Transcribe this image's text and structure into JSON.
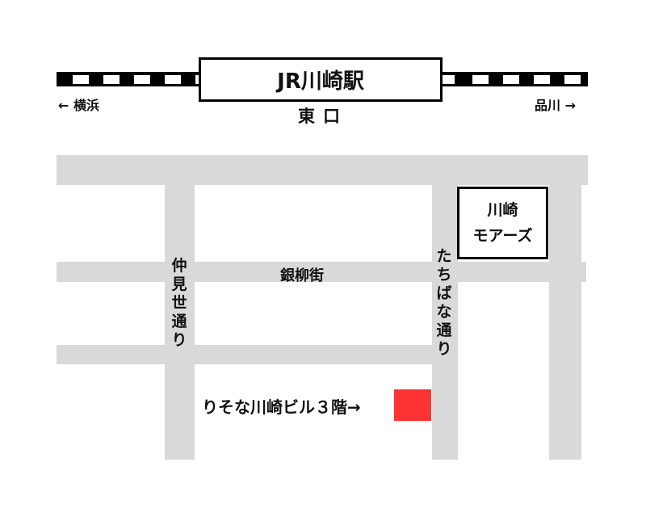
{
  "station": {
    "name": "JR川崎駅",
    "exit": "東口"
  },
  "directions": {
    "left": "← 横浜",
    "right": "品川 →"
  },
  "streets": {
    "nakamise": "仲見世通り",
    "tachibana": "たちばな通り",
    "ginryugai": "銀柳街"
  },
  "landmark": {
    "line1": "川崎",
    "line2": "モアーズ"
  },
  "destination": {
    "label": "りそな川崎ビル３階→",
    "color": "#ff3333"
  },
  "colors": {
    "road": "#d9d9d9",
    "rail": "#000000"
  }
}
